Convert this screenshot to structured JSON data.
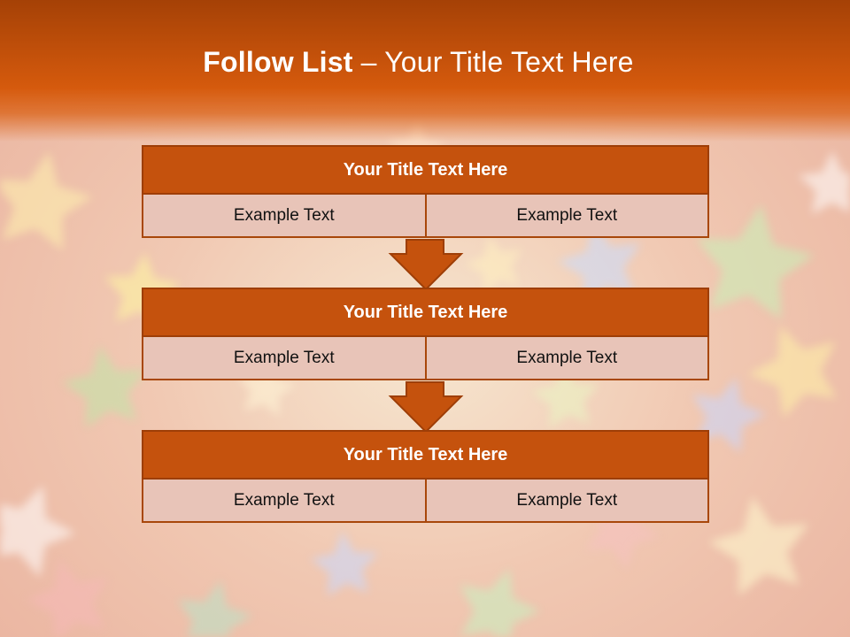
{
  "slide": {
    "title_bold": "Follow List",
    "title_rest": " – Your Title Text Here"
  },
  "blocks": [
    {
      "title": "Your Title Text Here",
      "left": "Example Text",
      "right": "Example Text"
    },
    {
      "title": "Your Title Text Here",
      "left": "Example Text",
      "right": "Example Text"
    },
    {
      "title": "Your Title Text Here",
      "left": "Example Text",
      "right": "Example Text"
    }
  ],
  "colors": {
    "header": "#d55a0d",
    "block_title": "#c5520d",
    "cell": "#e8c4b8",
    "border": "#a8470a"
  }
}
